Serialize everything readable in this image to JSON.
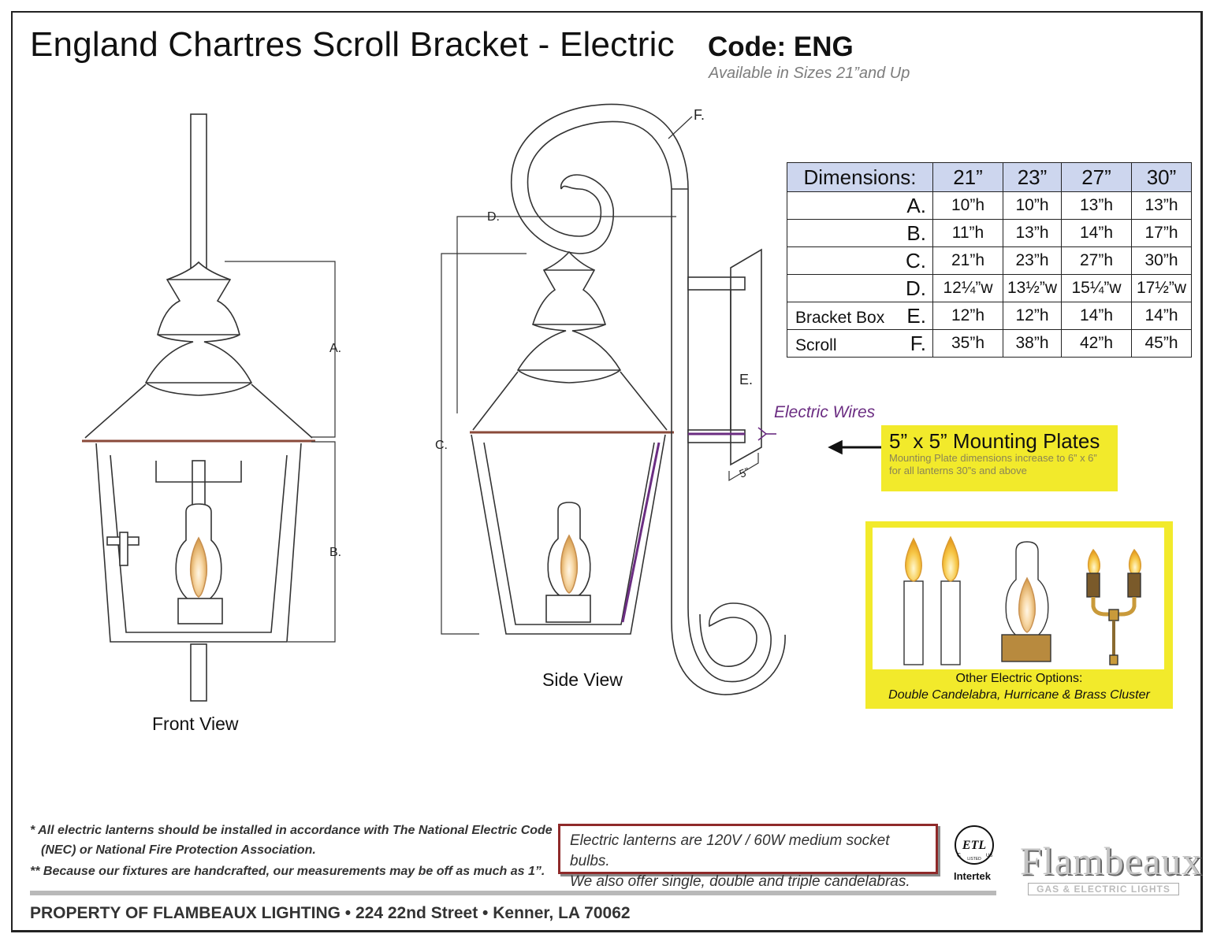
{
  "header": {
    "title": "England Chartres Scroll Bracket - Electric",
    "code": "Code: ENG",
    "availability": "Available in Sizes 21”and Up"
  },
  "labels": {
    "a": "A.",
    "b": "B.",
    "c": "C.",
    "d": "D.",
    "e": "E.",
    "f": "F.",
    "five_inch": "5”",
    "front_view": "Front View",
    "side_view": "Side View",
    "electric_wires": "Electric Wires"
  },
  "dimensions_table": {
    "header": [
      "Dimensions:",
      "21”",
      "23”",
      "27”",
      "30”"
    ],
    "rows": [
      {
        "name": "",
        "letter": "A.",
        "values": [
          "10”h",
          "10”h",
          "13”h",
          "13”h"
        ]
      },
      {
        "name": "",
        "letter": "B.",
        "values": [
          "11”h",
          "13”h",
          "14”h",
          "17”h"
        ]
      },
      {
        "name": "",
        "letter": "C.",
        "values": [
          "21”h",
          "23”h",
          "27”h",
          "30”h"
        ]
      },
      {
        "name": "",
        "letter": "D.",
        "values": [
          "12¼”w",
          "13½”w",
          "15¼”w",
          "17½”w"
        ]
      },
      {
        "name": "Bracket Box",
        "letter": "E.",
        "values": [
          "12”h",
          "12”h",
          "14”h",
          "14”h"
        ]
      },
      {
        "name": "Scroll",
        "letter": "F.",
        "values": [
          "35”h",
          "38”h",
          "42”h",
          "45”h"
        ]
      }
    ]
  },
  "mounting_plates": {
    "heading": "5” x 5” Mounting Plates",
    "line1": "Mounting Plate dimensions increase to 6” x 6”",
    "line2": "for all lanterns 30”s and above"
  },
  "options": {
    "title": "Other Electric Options:",
    "subtitle": "Double Candelabra, Hurricane & Brass Cluster"
  },
  "notes": {
    "note1_line1": "* All electric lanterns should be installed in accordance with The National Electric Code",
    "note1_line2": "(NEC) or National Fire Protection Association.",
    "note2": "** Because our fixtures are handcrafted, our measurements may be off as much as 1”."
  },
  "bulb_box": {
    "line1": "Electric lanterns are 120V / 60W medium socket bulbs.",
    "line2": "We also offer single, double and triple candelabras."
  },
  "certification": {
    "mark": "ETL",
    "c": "C",
    "us": "US",
    "listed": "LISTED",
    "name": "Intertek"
  },
  "brand": {
    "name": "Flambeaux",
    "tagline": "GAS & ELECTRIC LIGHTS"
  },
  "footer": {
    "text": "PROPERTY OF FLAMBEAUX LIGHTING • 224 22nd Street • Kenner, LA 70062"
  },
  "colors": {
    "table_header": "#cdd6ee",
    "highlight_yellow": "#f2ea2b",
    "wire_purple": "#6b2d82",
    "box_border": "#8f2a2a"
  }
}
